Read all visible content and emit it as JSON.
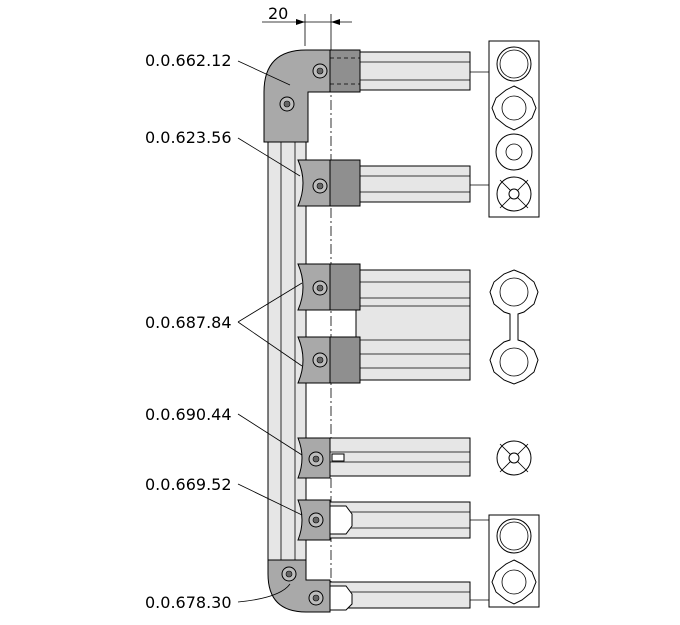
{
  "dimension": {
    "value": "20"
  },
  "part_labels": [
    "0.0.662.12",
    "0.0.623.56",
    "0.0.687.84",
    "0.0.690.44",
    "0.0.669.52",
    "0.0.678.30"
  ]
}
